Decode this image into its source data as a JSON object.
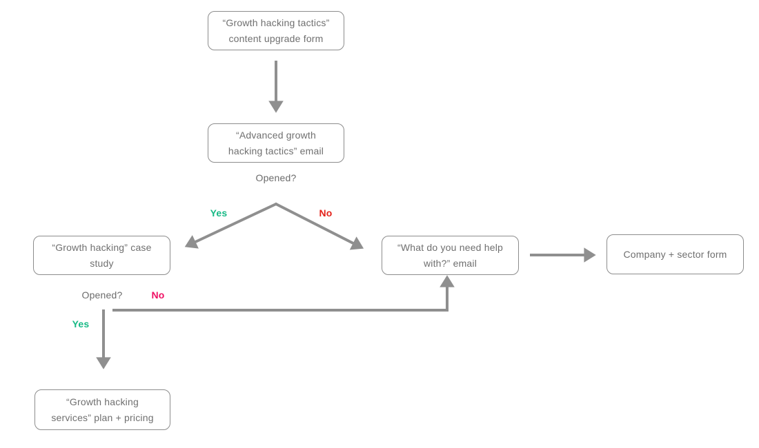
{
  "colors": {
    "line": "#8f8f8f",
    "box_border": "#8c8c8c",
    "box_text": "#6f6f6f",
    "label_text": "#6b6b6b",
    "yes_green": "#17b985",
    "no_red": "#e32119",
    "no_pink": "#f01064"
  },
  "nodes": {
    "content_upgrade_form": {
      "line1": "“Growth hacking tactics”",
      "line2": "content upgrade form"
    },
    "advanced_tactics_email": {
      "line1": "“Advanced growth",
      "line2": "hacking tactics” email"
    },
    "case_study": {
      "line1": "“Growth hacking” case",
      "line2": "study"
    },
    "help_email": {
      "line1": "“What do you need help",
      "line2": "with?” email"
    },
    "company_sector_form": {
      "line1": "Company + sector form"
    },
    "services_plan_pricing": {
      "line1": "“Growth hacking",
      "line2": "services” plan + pricing"
    }
  },
  "labels": {
    "opened_top": "Opened?",
    "yes_top": "Yes",
    "no_top": "No",
    "opened_left": "Opened?",
    "no_left": "No",
    "yes_left": "Yes"
  }
}
